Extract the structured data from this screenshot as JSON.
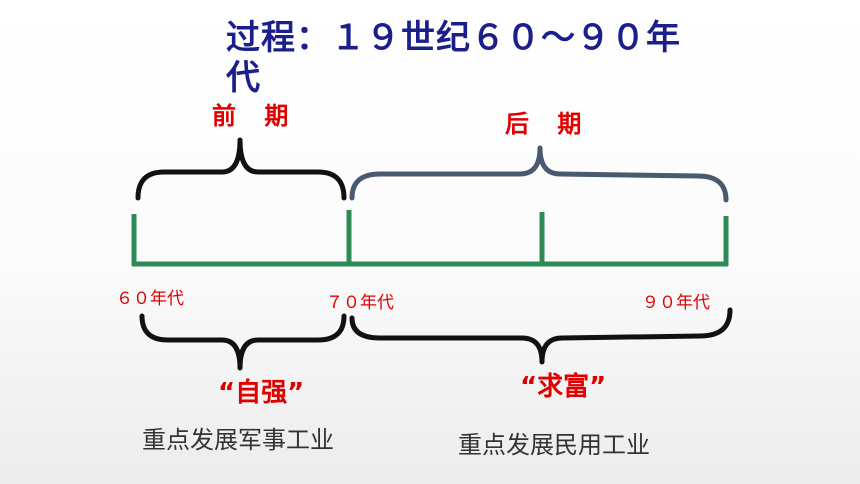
{
  "title": "过程：１９世纪６０～９０年代",
  "periods": {
    "early": "前 期",
    "late": "后 期"
  },
  "ticks": {
    "t60": "６０年代",
    "t70": "７０年代",
    "t90": "９０年代"
  },
  "phases": {
    "first": "“自强”",
    "second": "“求富”"
  },
  "focus": {
    "first": "重点发展军事工业",
    "second": "重点发展民用工业"
  },
  "colors": {
    "title": "#1a1f8c",
    "accent": "#e00000",
    "timeline": "#2e8b57",
    "brace_top_right": "#4a5a6e",
    "brace": "#111111"
  }
}
